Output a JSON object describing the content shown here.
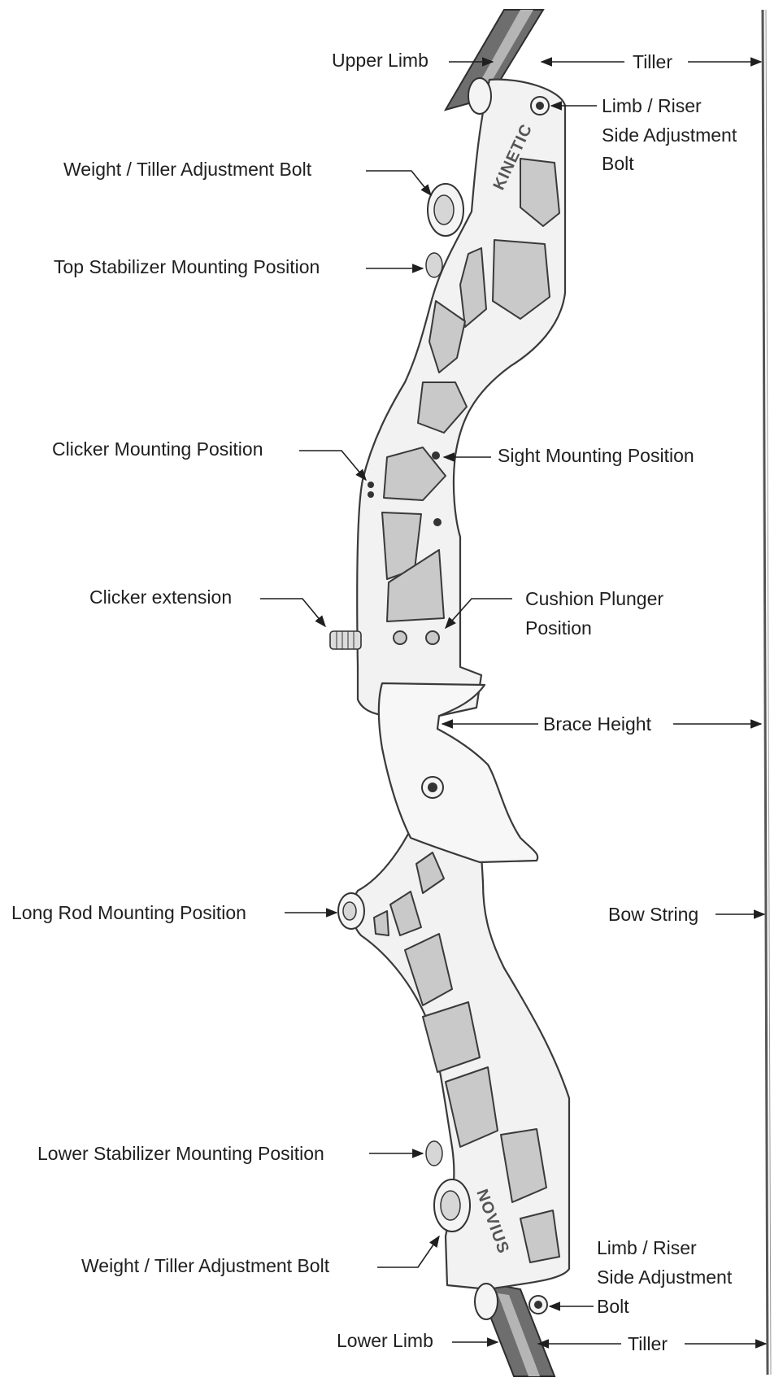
{
  "labels": {
    "upper_limb": "Upper Limb",
    "tiller_top": "Tiller",
    "limb_riser_top_1": "Limb / Riser",
    "limb_riser_top_2": "Side Adjustment",
    "limb_riser_top_3": "Bolt",
    "weight_tiller_top": "Weight / Tiller Adjustment Bolt",
    "top_stabilizer": "Top Stabilizer Mounting Position",
    "clicker_mounting": "Clicker Mounting Position",
    "sight_mounting": "Sight Mounting Position",
    "clicker_extension": "Clicker extension",
    "cushion_plunger_1": "Cushion Plunger",
    "cushion_plunger_2": "Position",
    "brace_height": "Brace Height",
    "long_rod": "Long Rod Mounting Position",
    "bow_string": "Bow String",
    "lower_stabilizer": "Lower Stabilizer Mounting Position",
    "weight_tiller_bottom": "Weight / Tiller Adjustment Bolt",
    "limb_riser_bottom_1": "Limb / Riser",
    "limb_riser_bottom_2": "Side Adjustment",
    "limb_riser_bottom_3": "Bolt",
    "lower_limb": "Lower Limb",
    "tiller_bottom": "Tiller"
  },
  "brand": {
    "top_logo": "KINETIC",
    "bottom_logo": "NOVIUS"
  }
}
